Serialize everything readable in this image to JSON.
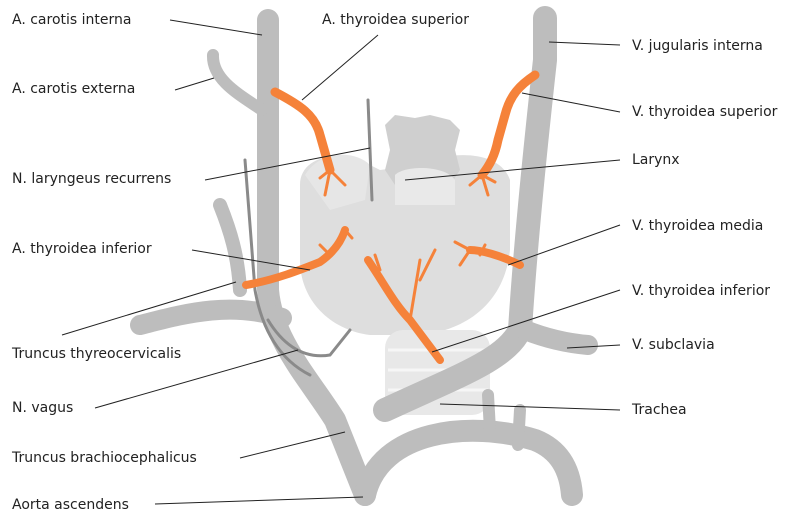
{
  "labels": {
    "carotis_interna": "A. carotis interna",
    "carotis_externa": "A. carotis externa",
    "laryngeus_recurrens": "N. laryngeus recurrens",
    "thyroidea_inferior_a": "A. thyroidea inferior",
    "truncus_thyreocervicalis": "Truncus thyreocervicalis",
    "vagus": "N. vagus",
    "truncus_brachiocephalicus": "Truncus brachiocephalicus",
    "aorta_ascendens": "Aorta ascendens",
    "thyroidea_superior_a": "A. thyroidea superior",
    "jugularis_interna": "V. jugularis interna",
    "thyroidea_superior_v": "V. thyroidea superior",
    "larynx": "Larynx",
    "thyroidea_media_v": "V. thyroidea media",
    "thyroidea_inferior_v": "V. thyroidea inferior",
    "subclavia": "V. subclavia",
    "trachea": "Trachea"
  },
  "colors": {
    "vessel": "#bdbdbd",
    "organ": "#dedede",
    "organ_light": "#ebebeb",
    "artery": "#f5823a",
    "nerve": "#8a8a8a",
    "leader": "#222222"
  }
}
